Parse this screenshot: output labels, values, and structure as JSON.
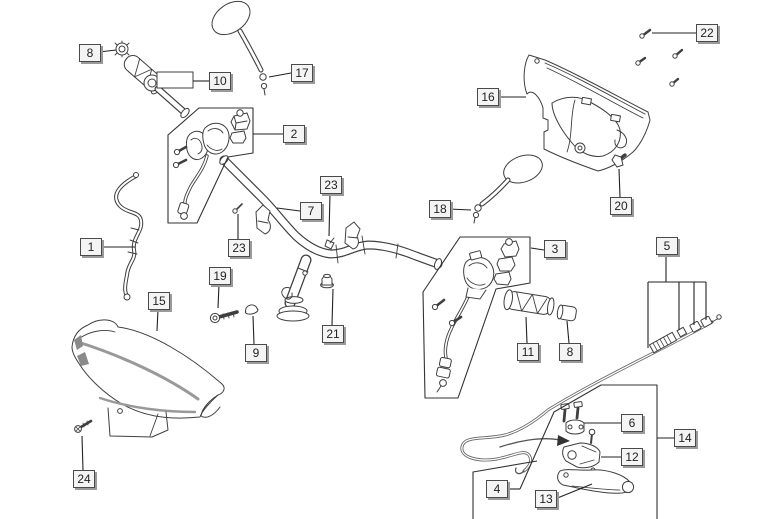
{
  "diagram": {
    "type": "exploded-parts-diagram",
    "colors": {
      "background": "#ffffff",
      "line_art": "#3f3f3f",
      "leader_line": "#222222",
      "callout_background": "#f4f4f4",
      "callout_border": "#4a4a4a",
      "callout_shadow": "#9a9a9a",
      "shaded_band": "#999999"
    },
    "callouts": [
      {
        "label": "8"
      },
      {
        "label": "10"
      },
      {
        "label": "17"
      },
      {
        "label": "2"
      },
      {
        "label": "23"
      },
      {
        "label": "7"
      },
      {
        "label": "23"
      },
      {
        "label": "1"
      },
      {
        "label": "19"
      },
      {
        "label": "15"
      },
      {
        "label": "9"
      },
      {
        "label": "21"
      },
      {
        "label": "24"
      },
      {
        "label": "16"
      },
      {
        "label": "22"
      },
      {
        "label": "18"
      },
      {
        "label": "20"
      },
      {
        "label": "3"
      },
      {
        "label": "5"
      },
      {
        "label": "11"
      },
      {
        "label": "8"
      },
      {
        "label": "6"
      },
      {
        "label": "12"
      },
      {
        "label": "13"
      },
      {
        "label": "4"
      },
      {
        "label": "14"
      }
    ]
  }
}
